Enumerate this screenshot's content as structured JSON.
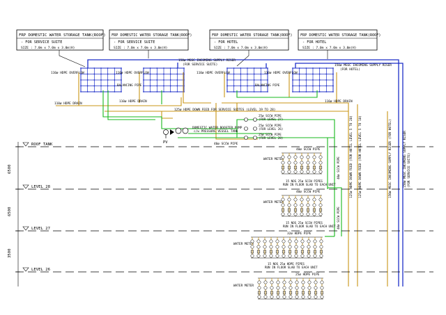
{
  "tanks": [
    {
      "title": "FRP DOMESTIC WATER STORAGE TANK(ROOF)",
      "sub": "- FOR SERVICE SUITE",
      "size": "SIZE : 7.0m x 7.0m x 3.0m(H)"
    },
    {
      "title": "FRP DOMESTIC WATER STORAGE TANK(ROOF)",
      "sub": "- FOR SERVICE SUITE",
      "size": "SIZE : 7.0m x 7.0m x 3.0m(H)"
    },
    {
      "title": "FRP DOMESTIC WATER STORAGE TANK(ROOF)",
      "sub": "- FOR HOTEL",
      "size": "SIZE : 7.0m x 7.0m x 3.0m(H)"
    },
    {
      "title": "FRP DOMESTIC WATER STORAGE TANK(ROOF)",
      "sub": "- FOR HOTEL",
      "size": "SIZE : 7.0m x 7.0m x 3.0m(H)"
    }
  ],
  "levels": [
    {
      "label": "ROOF TANK"
    },
    {
      "label": "LEVEL 28"
    },
    {
      "label": "LEVEL 27"
    },
    {
      "label": "LEVEL 26"
    }
  ],
  "dimensions": [
    "6500",
    "6500",
    "3500"
  ],
  "labels": {
    "overflow_1": "110ø HDPE OVERFLOW",
    "overflow_2": "110ø HDPE OVERFLOW",
    "overflow_3": "110ø HDPE OVERFLOW",
    "overflow_4": "110ø HDPE OVERFLOW",
    "balancing_1": "BALANCING PIPE",
    "balancing_2": "BALANCING PIPE",
    "drain_1": "110ø HDPE DRAIN",
    "drain_2": "110ø HDPE DRAIN",
    "drain_3": "110ø HDPE DRAIN",
    "supply_top": "150ø MGSC INCOMING SUPPLY RISER",
    "supply_top_sub": "(FOR SERVICE SUITE)",
    "supply_right": "150ø MGSC INCOMING SUPPLY RISER",
    "supply_right_sub": "(FOR HOTEL)",
    "down_feed": "125ø HDPE DOWN FEED FOR SERVICE SUITES (LEVEL 19 TO 28)",
    "booster": "DOMESTIC WATER BOOSTER PUMP",
    "booster_sub": "c/w PRESSURE VESSEL TANK",
    "pv": "PV",
    "branch_1": "25ø SCCW PIPE",
    "branch_1_sub": "(FOR LEVEL 27)",
    "branch_2": "25ø SCCW PIPE",
    "branch_2_sub": "(FOR LEVEL 26)",
    "branch_3": "25ø SCCW PIPE",
    "branch_3_sub": "(FOR LEVEL 28)",
    "sccw_main": "40ø SCCW PIPE",
    "vr_right_1": "125ø HDPE DOWN FEED (FOR HOTEL LEVEL 5 TO 28)",
    "vr_right_2": "125ø HDPE DOWN FEED (FOR HOTEL LEVEL 5 TO 18)",
    "vr_right_3": "150ø MGSC INCOMING SUPPLY RISER (FOR HOTEL)",
    "vr_far_1": "150ø MGSC INCOMING SUPPLY RISER",
    "vr_far_2": "(FOR SERVICE SUITE)",
    "vr_mid_1": "40ø SCCW PIPE",
    "vr_mid_2": "40ø SCCW PIPE",
    "meter_hdr_1": "40ø SCCW PIPE",
    "meter_hdr_2": "40ø SCCW PIPE",
    "meter_hdr_3": "32ø HDPE PIPE",
    "meter_hdr_4": "25ø HDPE PIPE",
    "water_meter_1": "WATER METER",
    "water_meter_2": "WATER METER",
    "water_meter_3": "WATER METER",
    "water_meter_4": "WATER METER",
    "unit_note_1a": "15 NOS 25ø SCCW PIPES",
    "unit_note_1b": "RUN IN FLOOR SLAB TO EACH UNIT",
    "unit_note_2a": "15 NOS 25ø SCCW PIPES",
    "unit_note_2b": "RUN IN FLOOR SLAB TO EACH UNIT",
    "unit_note_3a": "15 NOS 25ø HDPE PIPES",
    "unit_note_3b": "RUN IN FLOOR SLAB TO EACH UNIT",
    "sub_riser": "25ø SCCW PIPE",
    "sub_riser_2": "25ø SCCW PIPE"
  },
  "colors": {
    "supply": "#1c2ec8",
    "feed": "#c89516",
    "branch": "#17b81c",
    "tank": "#1c2ec8",
    "black": "#000000"
  }
}
